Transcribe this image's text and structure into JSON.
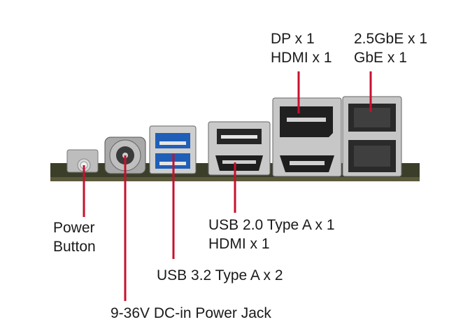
{
  "labels": {
    "display": {
      "line1": "DP x 1",
      "line2": "HDMI x 1"
    },
    "lan": {
      "line1": "2.5GbE x 1",
      "line2": "GbE x 1"
    },
    "power_button": {
      "line1": "Power",
      "line2": "Button"
    },
    "usb2_hdmi": {
      "line1": "USB 2.0 Type A x 1",
      "line2": "HDMI x 1"
    },
    "usb32": {
      "line1": "USB 3.2 Type A x 2"
    },
    "dc_jack": {
      "line1": "9-36V DC-in Power Jack"
    }
  },
  "colors": {
    "leader_line": "#c8102e",
    "pcb": "#3b3f2a",
    "metal": "#c9c9c9",
    "usb3_blue": "#1f5fb8"
  }
}
